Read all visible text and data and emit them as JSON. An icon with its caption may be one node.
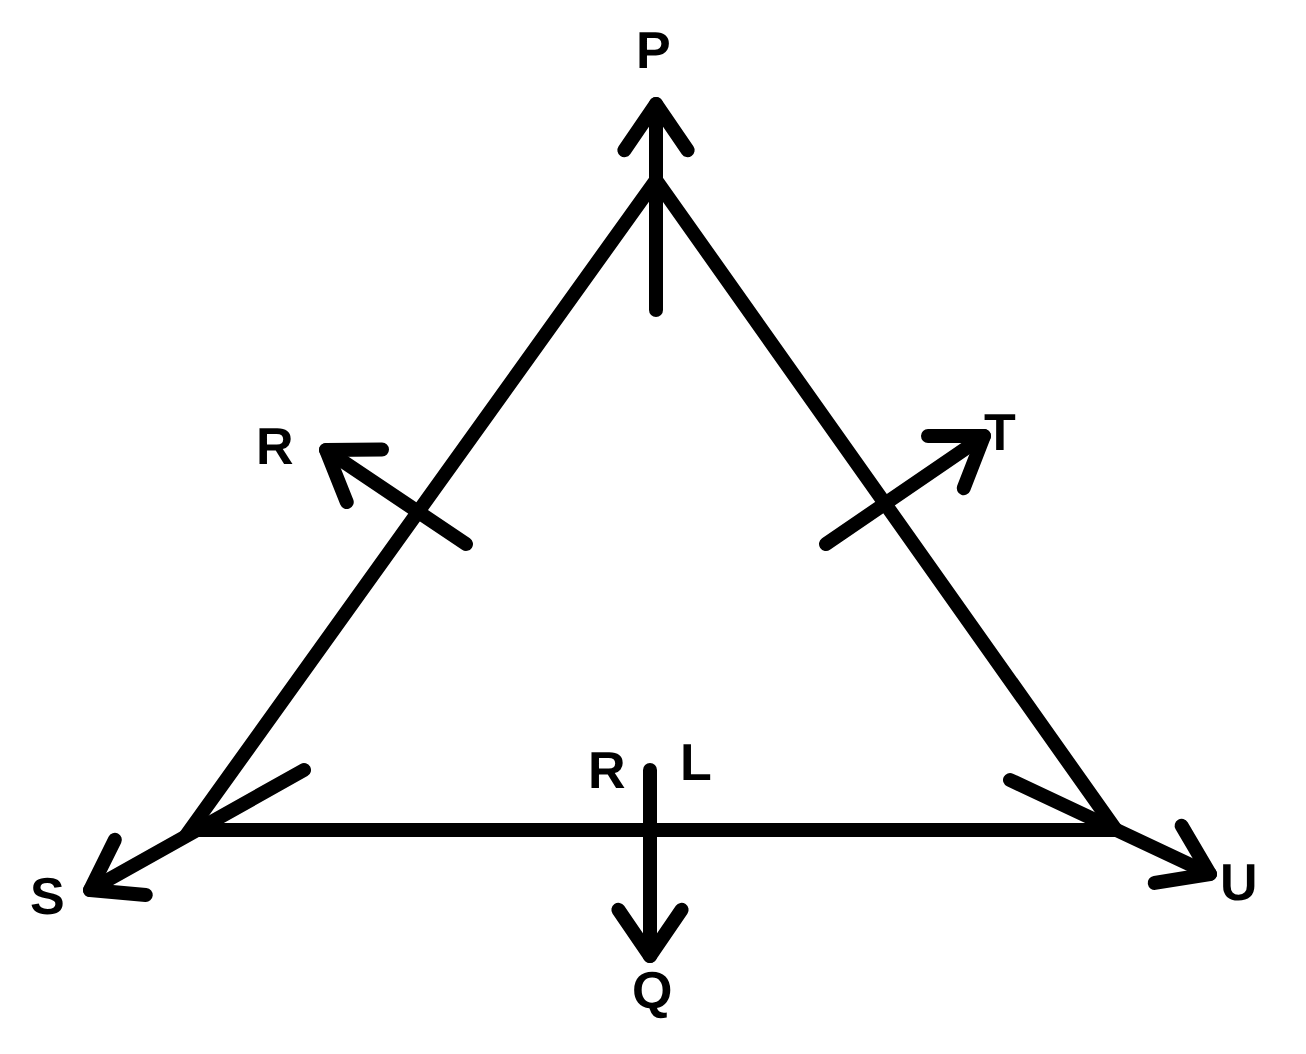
{
  "diagram": {
    "labels": [
      "P",
      "R",
      "T",
      "R",
      "L",
      "S",
      "U",
      "Q"
    ]
  }
}
